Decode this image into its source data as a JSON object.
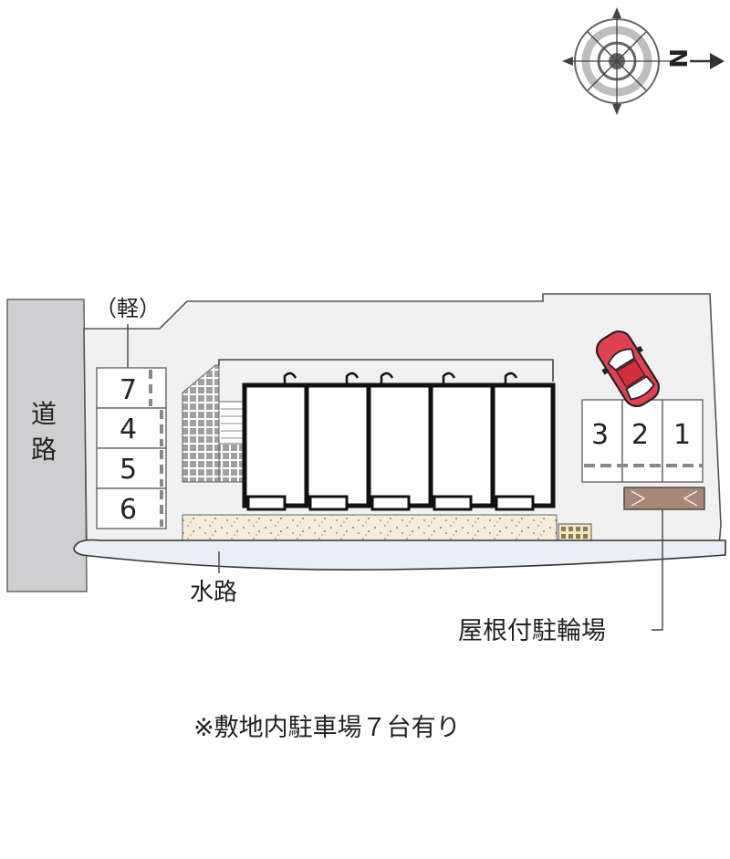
{
  "compass": {
    "north_label": "N",
    "icon": "compass-rose-icon"
  },
  "road": {
    "chars": [
      "道",
      "路"
    ]
  },
  "light_vehicle_label": "（軽）",
  "parking_spaces_left": [
    "7",
    "4",
    "5",
    "6"
  ],
  "parking_spaces_right": [
    "3",
    "2",
    "1"
  ],
  "waterway_label": "水路",
  "bicycle_parking_label": "屋根付駐輪場",
  "footer_note": "※敷地内駐車場７台有り",
  "colors": {
    "site": "#f1f1f2",
    "road": "#cfcfd1",
    "water": "#e9eff8",
    "car_body": "#e04150",
    "bike_roof": "#a88776",
    "sand": "#f7ecd6",
    "stairs": "#a9a9a9"
  }
}
